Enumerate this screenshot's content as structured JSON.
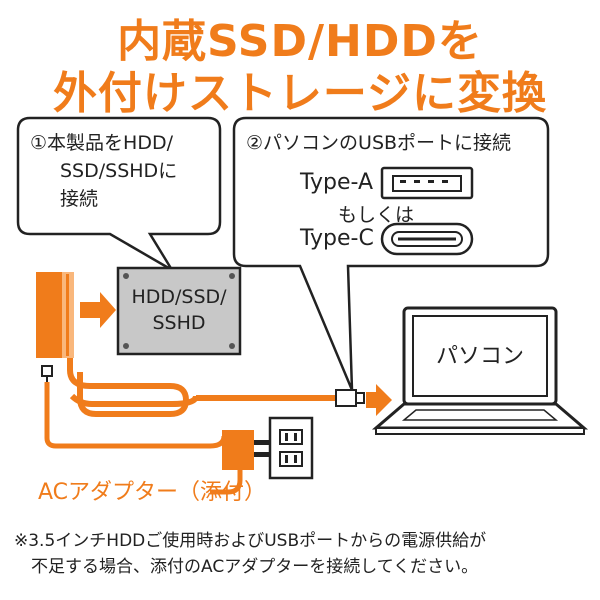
{
  "title": {
    "line1": "内蔵SSD/HDDを",
    "line2": "外付けストレージに変換"
  },
  "step1": {
    "line1": "①本製品をHDD/",
    "line2": "SSD/SSHDに",
    "line3": "接続"
  },
  "step2": {
    "heading": "②パソコンのUSBポートに接続",
    "type_a": "Type-A",
    "or_text": "もしくは",
    "type_c": "Type-C"
  },
  "drive": {
    "line1": "HDD/SSD/",
    "line2": "SSHD"
  },
  "laptop": {
    "screen_text": "パソコン"
  },
  "adapter": {
    "label": "ACアダプター（添付）"
  },
  "note": {
    "line1": "※3.5インチHDDご使用時およびUSBポートからの電源供給が",
    "line2": "　不足する場合、添付のACアダプターを接続してください。"
  },
  "colors": {
    "accent": "#f07c1b",
    "outline": "#222222",
    "drive_fill": "#c8c8c8"
  }
}
